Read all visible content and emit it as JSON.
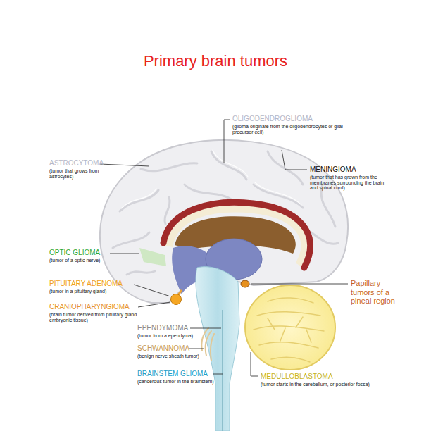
{
  "diagram": {
    "title": "Primary brain tumors",
    "labels": [
      "OLIGODENDROGLIOMA",
      "(glioma originate from the oligodendrocytes or glial precursor cell)",
      "ASTROCYTOMA",
      "(tumor that grows from astrocytes)",
      "MENINGIOMA",
      "(tumor that has grown from the membranes surrounding the brain and spinal cord)",
      "OPTIC GLIOMA",
      "(tumor of a optic nerve)",
      "PITUITARY ADENOMA",
      "(tumor in a pituitary gland)",
      "CRANIOPHARYNGIOMA",
      "(brain tumor derived from pituitary gland embryonic tissue)",
      "Papillary tumors of a pineal region",
      "EPENDYMOMA",
      "(tumor from a ependyma)",
      "SCHWANNOMA",
      "(benign nerve sheath tumor)",
      "BRAINSTEM GLIOMA",
      "(cancerous tumor in the brainstem)",
      "MEDULLOBLASTOMA",
      "(tumor starts in the cerebellum, or posterior fossa)"
    ]
  }
}
